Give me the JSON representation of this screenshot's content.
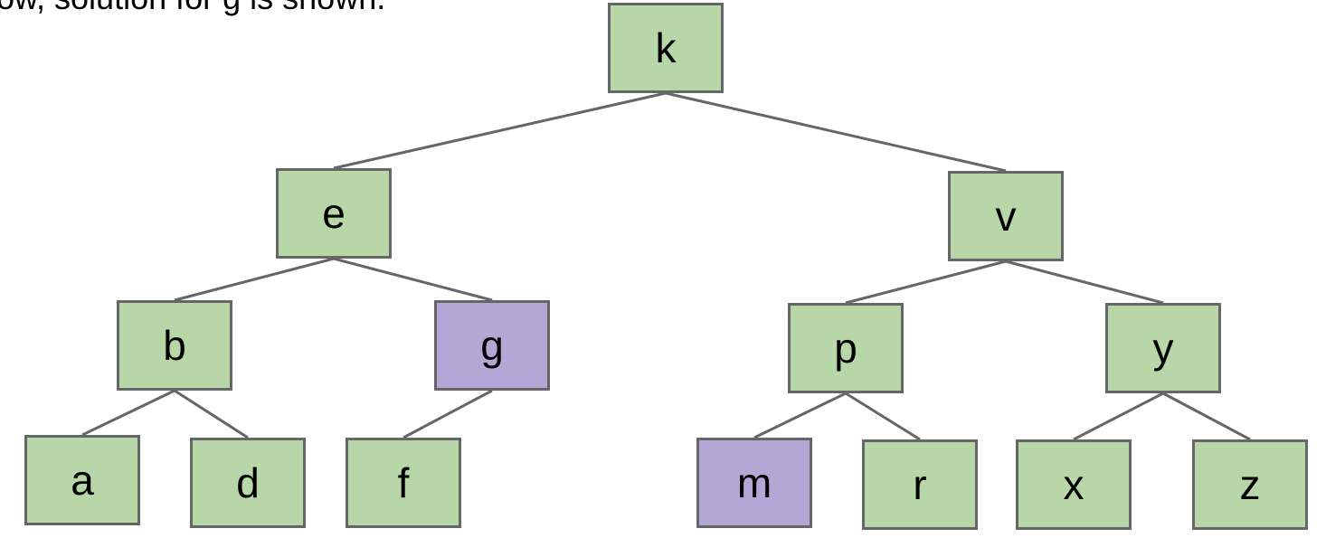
{
  "caption": "ow, solution for g is shown.",
  "colors": {
    "node_fill": "#b7d7a8",
    "highlight_fill": "#b4a7d6",
    "border": "#666666",
    "edge": "#666666"
  },
  "tree": {
    "nodes": {
      "k": {
        "label": "k",
        "highlighted": false
      },
      "e": {
        "label": "e",
        "highlighted": false
      },
      "v": {
        "label": "v",
        "highlighted": false
      },
      "b": {
        "label": "b",
        "highlighted": false
      },
      "g": {
        "label": "g",
        "highlighted": true
      },
      "p": {
        "label": "p",
        "highlighted": false
      },
      "y": {
        "label": "y",
        "highlighted": false
      },
      "a": {
        "label": "a",
        "highlighted": false
      },
      "d": {
        "label": "d",
        "highlighted": false
      },
      "f": {
        "label": "f",
        "highlighted": false
      },
      "m": {
        "label": "m",
        "highlighted": true
      },
      "r": {
        "label": "r",
        "highlighted": false
      },
      "x": {
        "label": "x",
        "highlighted": false
      },
      "z": {
        "label": "z",
        "highlighted": false
      }
    },
    "edges": [
      [
        "k",
        "e"
      ],
      [
        "k",
        "v"
      ],
      [
        "e",
        "b"
      ],
      [
        "e",
        "g"
      ],
      [
        "v",
        "p"
      ],
      [
        "v",
        "y"
      ],
      [
        "b",
        "a"
      ],
      [
        "b",
        "d"
      ],
      [
        "g",
        "f"
      ],
      [
        "p",
        "m"
      ],
      [
        "p",
        "r"
      ],
      [
        "y",
        "x"
      ],
      [
        "y",
        "z"
      ]
    ]
  }
}
